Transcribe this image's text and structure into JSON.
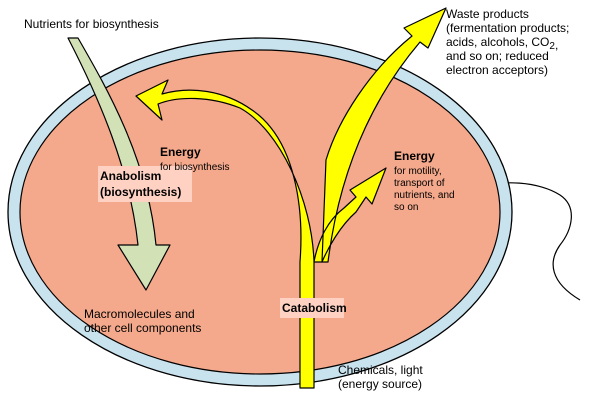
{
  "diagram": {
    "labels": {
      "nutrients": "Nutrients for biosynthesis",
      "waste": [
        "Waste products",
        "(fermentation products;",
        "acids, alcohols, CO",
        "and so on; reduced",
        "electron acceptors)"
      ],
      "waste_co2_subscript": "2",
      "energy_biosynthesis_title": "Energy",
      "energy_biosynthesis_sub": "for biosynthesis",
      "energy_motility_title": "Energy",
      "energy_motility_sub": [
        "for motility,",
        "transport of",
        "nutrients, and",
        "so on"
      ],
      "anabolism": [
        "Anabolism",
        "(biosynthesis)"
      ],
      "macromolecules": [
        "Macromolecules and",
        "other cell components"
      ],
      "catabolism": "Catabolism",
      "chemicals": [
        "Chemicals, light",
        "(energy source)"
      ]
    },
    "colors": {
      "cytoplasm": "#f4a98c",
      "membrane": "#c8e2ee",
      "outline": "#000000",
      "yellow_arrow": "#ffff00",
      "green_arrow": "#d3e1b7",
      "label_highlight": "#ffd1c3"
    }
  }
}
